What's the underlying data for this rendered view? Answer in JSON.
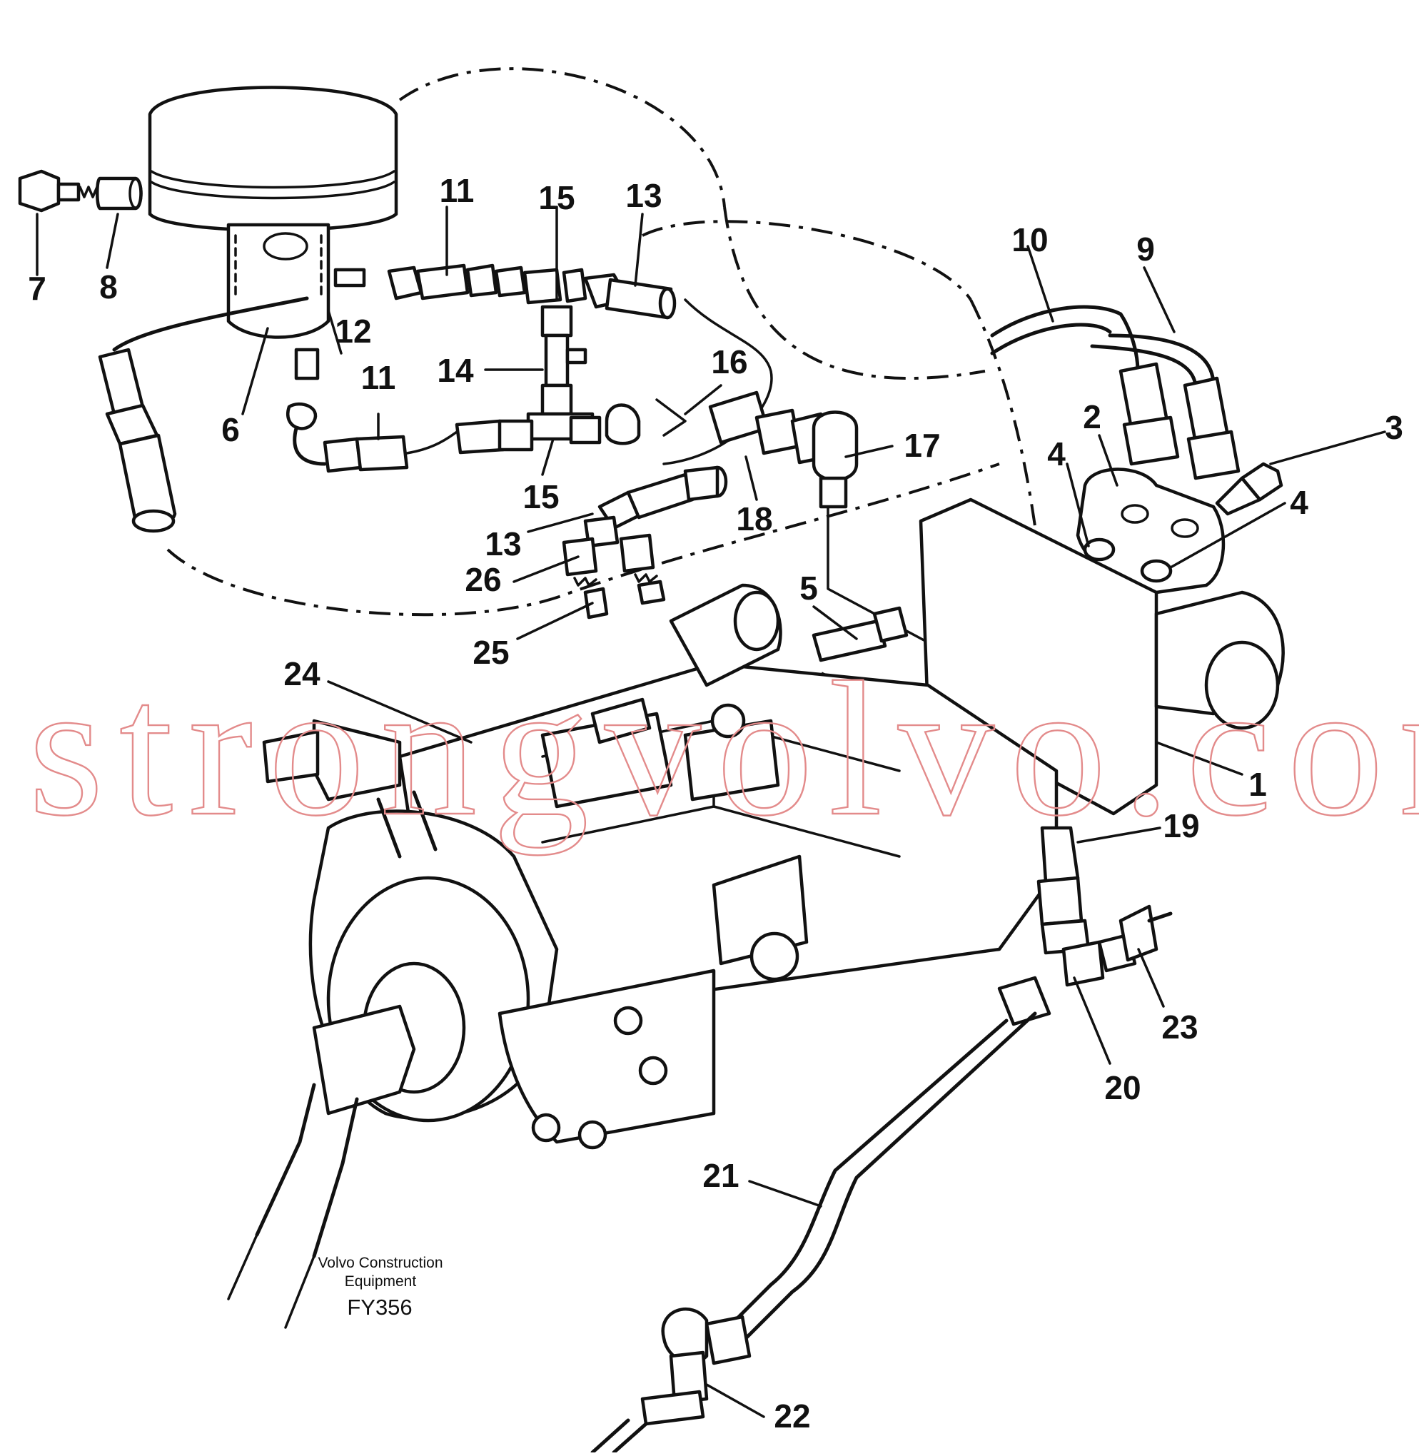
{
  "diagram": {
    "credit_line1": "Volvo Construction",
    "credit_line2": "Equipment",
    "figure_code": "FY356",
    "watermark": "strongvolvo.com",
    "callouts": [
      "1",
      "2",
      "3",
      "4",
      "4",
      "5",
      "6",
      "7",
      "8",
      "9",
      "10",
      "11",
      "11",
      "12",
      "13",
      "13",
      "14",
      "15",
      "15",
      "16",
      "17",
      "18",
      "19",
      "20",
      "21",
      "22",
      "23",
      "24",
      "25",
      "26"
    ]
  }
}
